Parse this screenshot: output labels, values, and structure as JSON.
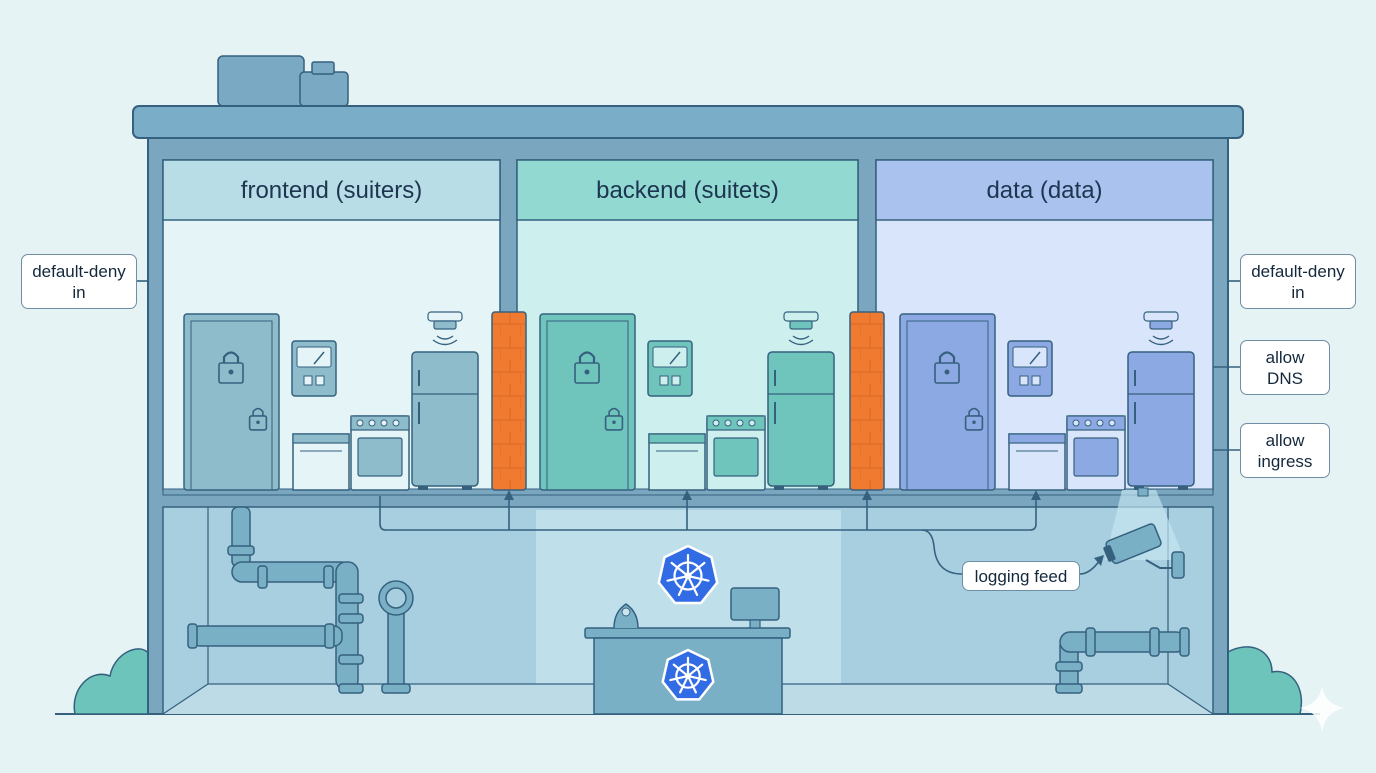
{
  "rooms": [
    {
      "title": "frontend (suiters)",
      "header_color": "#b9dde6",
      "body_color": "#e4f4f7",
      "accent": "#8fbccb"
    },
    {
      "title": "backend (suitets)",
      "header_color": "#92d9d2",
      "body_color": "#cdf0ee",
      "accent": "#6fc4bc"
    },
    {
      "title": "data (data)",
      "header_color": "#a9c3ee",
      "body_color": "#d8e5fa",
      "accent": "#8da9e3"
    }
  ],
  "callouts": {
    "left_policy": "default-deny\nin",
    "right_policy": "default-deny\nin",
    "allow_dns": "allow\nDNS",
    "allow_ingress": "allow\ningress",
    "logging": "logging feed"
  },
  "colors": {
    "outline": "#7aa7bf",
    "stroke": "#35617f",
    "firewall": "#f07a2f",
    "kubernetes": "#326ce5"
  },
  "icons": [
    "padlock-icon",
    "gauge-icon",
    "smoke-detector-icon",
    "refrigerator-icon",
    "stove-icon",
    "dishwasher-icon",
    "kubernetes-icon",
    "security-camera-icon",
    "pipe-icon",
    "monitor-icon",
    "sparkle-icon"
  ]
}
